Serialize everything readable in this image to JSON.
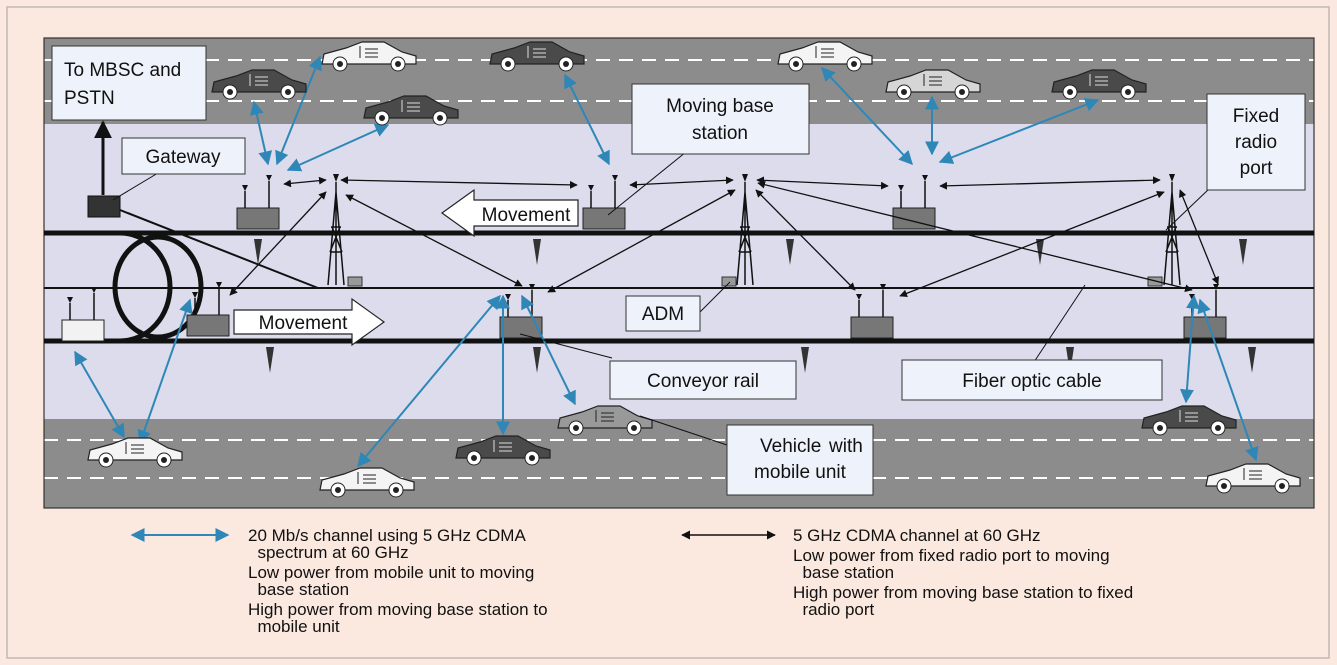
{
  "labels": {
    "mbsc": [
      "To MBSC and",
      "PSTN"
    ],
    "gateway": "Gateway",
    "moving_base_station": [
      "Moving base",
      "station"
    ],
    "fixed_radio_port": [
      "Fixed",
      "radio",
      "port"
    ],
    "movement_left": "Movement",
    "movement_right": "Movement",
    "adm": "ADM",
    "conveyor_rail": "Conveyor rail",
    "fiber_optic_cable": "Fiber optic cable",
    "vehicle_mobile_unit": [
      "Vehicle",
      "with",
      "mobile unit"
    ]
  },
  "legend": {
    "blue": [
      "20 Mb/s channel using 5 GHz CDMA",
      "  spectrum at 60 GHz",
      "Low power from mobile unit to moving",
      "  base station",
      "High power from moving base station to",
      "  mobile unit"
    ],
    "black": [
      "5 GHz CDMA channel at 60 GHz",
      "Low power from fixed radio port to moving",
      "  base station",
      "High power from moving base station to fixed",
      "  radio port"
    ]
  },
  "colors": {
    "page_background": "#fbe9e0",
    "road": "#8c8c8c",
    "track_area": "#dcdcec",
    "label_box": "#eef2fa",
    "blue_link": "#2f87b8",
    "black_link": "#111111"
  }
}
